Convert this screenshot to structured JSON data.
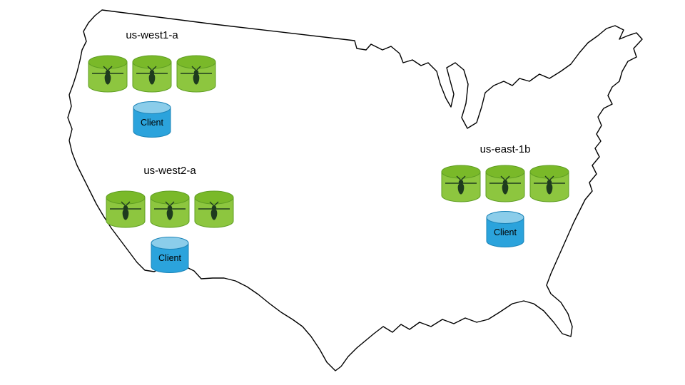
{
  "diagram": {
    "type": "us-map-deployment-topology",
    "regions": [
      {
        "label": "us-west1-a",
        "node_count": 3,
        "client_label": "Client"
      },
      {
        "label": "us-west2-a",
        "node_count": 3,
        "client_label": "Client"
      },
      {
        "label": "us-east-1b",
        "node_count": 3,
        "client_label": "Client"
      }
    ],
    "icons": {
      "node_icon": "cockroach-icon",
      "node_shape": "database-cylinder",
      "client_shape": "database-cylinder"
    },
    "colors": {
      "background": "#ffffff",
      "map_outline": "#000000",
      "node_body": "#8dc63f",
      "node_top": "#7ab929",
      "node_stroke": "#5f9e23",
      "bug": "#1e3b1e",
      "client_body": "#2ba3dc",
      "client_top": "#8bcdea",
      "client_stroke": "#1b84b8",
      "label_text": "#000000"
    }
  }
}
